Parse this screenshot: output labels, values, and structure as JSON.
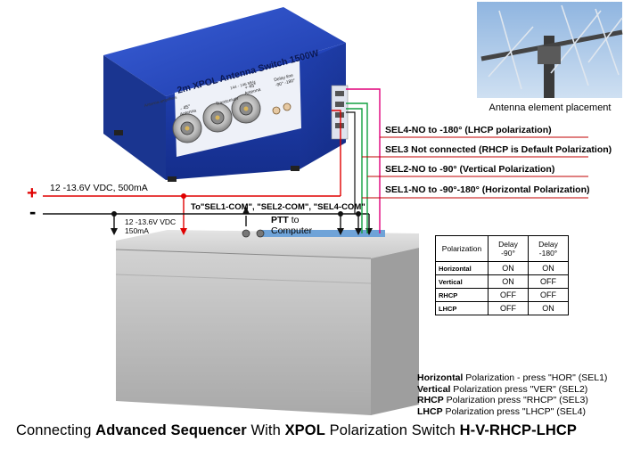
{
  "switch_box": {
    "title": "2m XPOL Antenna Switch 1500W",
    "brand": "Antenna-amplifiers",
    "freq": "144 - 146 MHz",
    "port_minus45": "- 45°",
    "port_minus45_sub": "Antenna",
    "port_transceiver": "Transceiver",
    "port_plus45": "+ 45°",
    "port_plus45_sub": "Antenna",
    "delay_line": "Delay line",
    "delay_vals": "-90°  -180°"
  },
  "photo": {
    "caption": "Antenna element placement"
  },
  "sel_labels": {
    "sel4": "SEL4-NO to -180° (LHCP polarization)",
    "sel3": "SEL3 Not connected (RHCP is Default Polarization)",
    "sel2": "SEL2-NO to -90° (Vertical Polarization)",
    "sel1": "SEL1-NO to -90°-180° (Horizontal Polarization)"
  },
  "power": {
    "plus": "+",
    "minus": "-",
    "supply": "12 -13.6V VDC, 500mA",
    "com_label": "To\"SEL1-COM\", \"SEL2-COM\", \"SEL4-COM\"",
    "seq_supply_1": "12 -13.6V VDC",
    "seq_supply_2": "150mA",
    "ptt_bold": "PTT",
    "ptt_rest": " to",
    "ptt_line2": "Computer"
  },
  "table": {
    "headers": [
      "Polarization",
      "Delay\n-90°",
      "Delay\n-180°"
    ],
    "rows": [
      [
        "Horizontal",
        "ON",
        "ON"
      ],
      [
        "Vertical",
        "ON",
        "OFF"
      ],
      [
        "RHCP",
        "OFF",
        "OFF"
      ],
      [
        "LHCP",
        "OFF",
        "ON"
      ]
    ]
  },
  "legend": [
    {
      "bold": "Horizontal",
      "rest": " Polarization - press \"HOR\" (SEL1)"
    },
    {
      "bold": "Vertical",
      "rest": " Polarization press \"VER\" (SEL2)"
    },
    {
      "bold": "RHCP",
      "rest": " Polarization press \"RHCP\" (SEL3)"
    },
    {
      "bold": "LHCP",
      "rest": " Polarization press \"LHCP\" (SEL4)"
    }
  ],
  "caption": {
    "p1": "Connecting ",
    "b1": "Advanced Sequencer",
    "p2": " With ",
    "b2": "XPOL",
    "p3": " Polarization Switch ",
    "b3": "H-V-RHCP-LHCP"
  },
  "colors": {
    "box_blue": "#1f3fb0",
    "wire_red": "#e00000",
    "wire_green": "#12a040",
    "wire_magenta": "#e0007a",
    "wire_black": "#111111"
  }
}
